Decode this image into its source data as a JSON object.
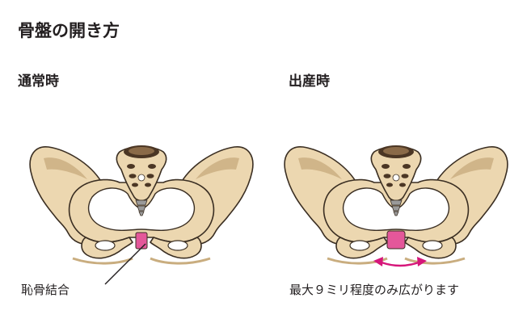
{
  "title": "骨盤の開き方",
  "panels": [
    {
      "label": "通常時"
    },
    {
      "label": "出産時"
    }
  ],
  "annotations": {
    "pubic_symphysis": "恥骨結合",
    "widening_note": "最大９ミリ程度のみ広がります"
  },
  "colors": {
    "bone": "#ecd7b0",
    "bone_shadow": "#c9ad7f",
    "outline": "#3a2e22",
    "sacrum_dark": "#4b3624",
    "symphysis": "#e4579a",
    "arrow": "#d6167a",
    "text": "#231f20"
  },
  "icons": {
    "arrow": "double-headed-arrow-icon"
  }
}
